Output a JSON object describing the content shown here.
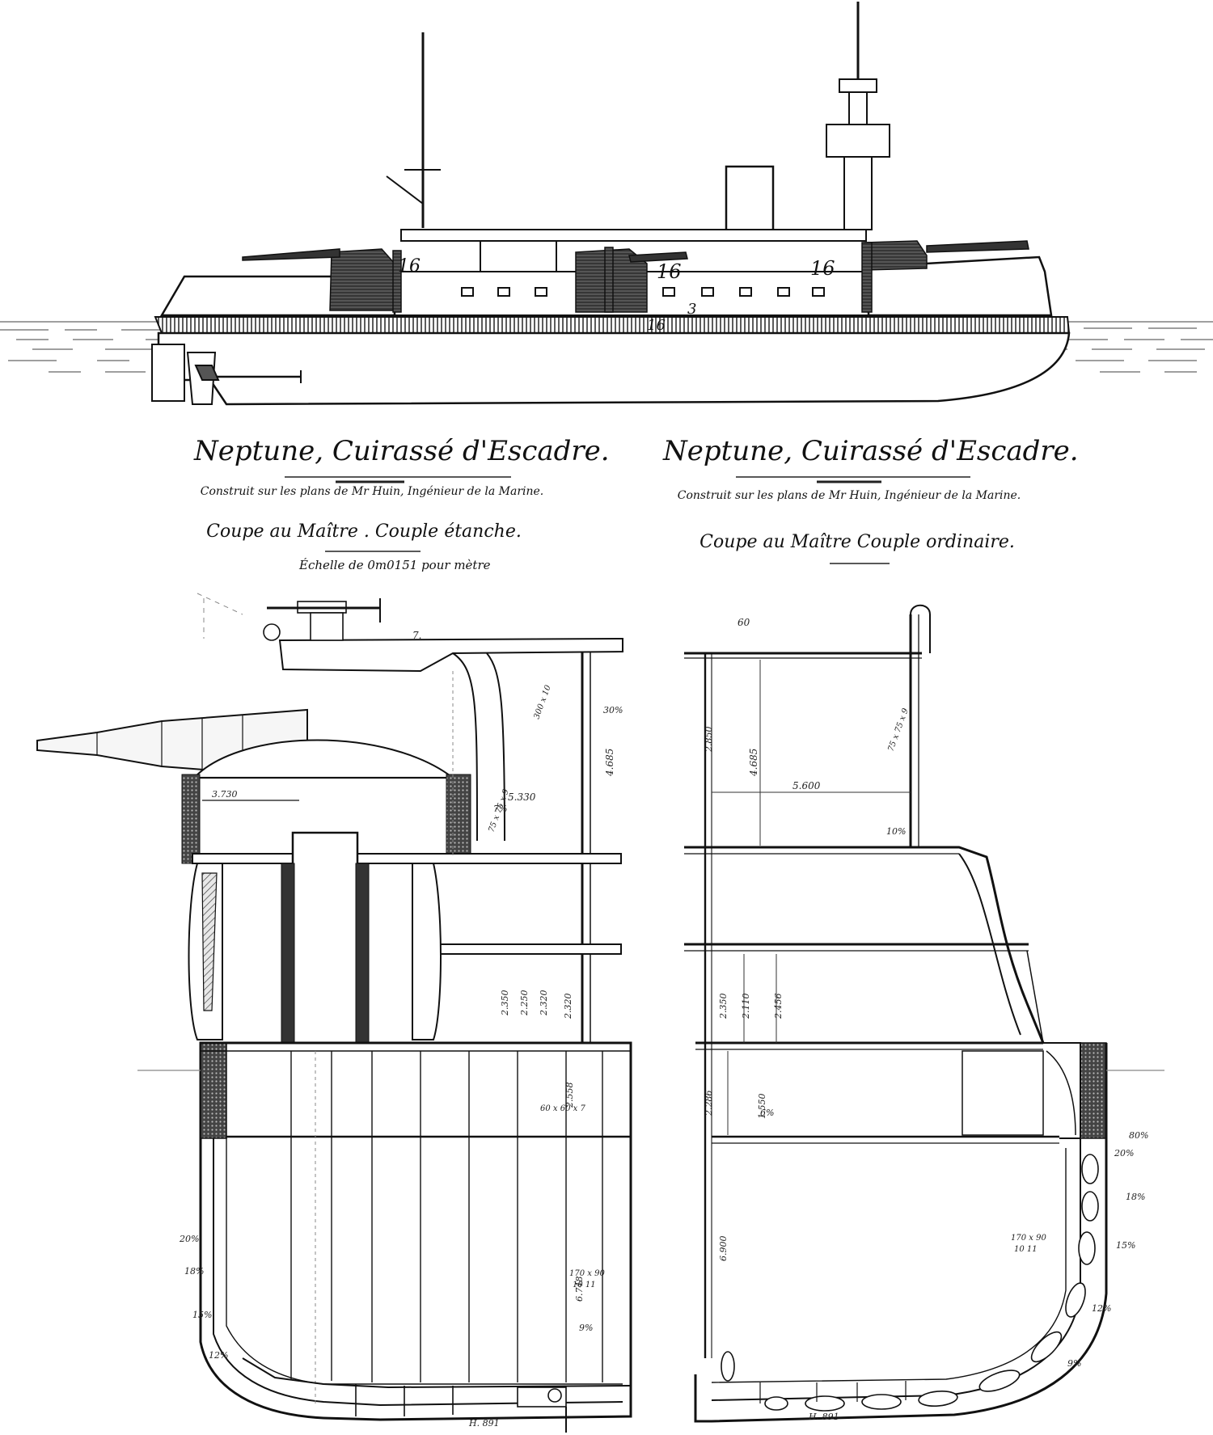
{
  "captions": {
    "left": {
      "title": "Neptune, Cuirassé d'Escadre.",
      "subtitle": "Construit sur les plans de Mr Huin, Ingénieur de la Marine.",
      "section": "Coupe au Maître . Couple étanche.",
      "scale": "Échelle de 0m0151 pour mètre"
    },
    "right": {
      "title": "Neptune, Cuirassé d'Escadre.",
      "subtitle": "Construit sur les plans de Mr Huin, Ingénieur de la Marine.",
      "section": "Coupe au Maître Couple ordinaire."
    }
  },
  "profile_labels": {
    "armor_a": "16",
    "armor_b": "16",
    "armor_c": "16",
    "casemate": "3",
    "belt": "16"
  },
  "left_section_labels": {
    "deck_width": "5.330",
    "height_upper": "4.685",
    "turret_width": "3.730",
    "plate_a": "300 x 10",
    "beam_a": "75 x 75 x 9",
    "pct_a": "7%",
    "pct_b": "30%",
    "pct_c": "20%",
    "pct_d": "18%",
    "pct_e": "15%",
    "pct_f": "12%",
    "pct_g": "9%",
    "dim_a": "2.350",
    "dim_b": "2.250",
    "dim_c": "2.320",
    "dim_d": "2.320",
    "dim_e": "6.748",
    "dim_f": "2.558",
    "frame_a": "170 x 90",
    "frame_b": "10 11",
    "keel": "H. 891",
    "angle_a": "60 x 60 x 7",
    "gun_mark": "7."
  },
  "right_section_labels": {
    "deck_width": "5.600",
    "height_upper": "4.685",
    "height_lower": "1.550",
    "dim_a": "2.350",
    "dim_b": "2.110",
    "dim_c": "2.456",
    "dim_d": "6.900",
    "dim_e": "2.286",
    "dim_f": "2.850",
    "beam_a": "75 x 75 x 9",
    "pct_a": "10%",
    "pct_b": "20%",
    "pct_c": "18%",
    "pct_d": "15%",
    "pct_e": "12%",
    "pct_f": "9%",
    "pct_g": "6%",
    "frame_a": "170 x 90",
    "frame_b": "10 11",
    "keel": "H. 891",
    "top_mark": "60",
    "pct_h": "80%"
  }
}
